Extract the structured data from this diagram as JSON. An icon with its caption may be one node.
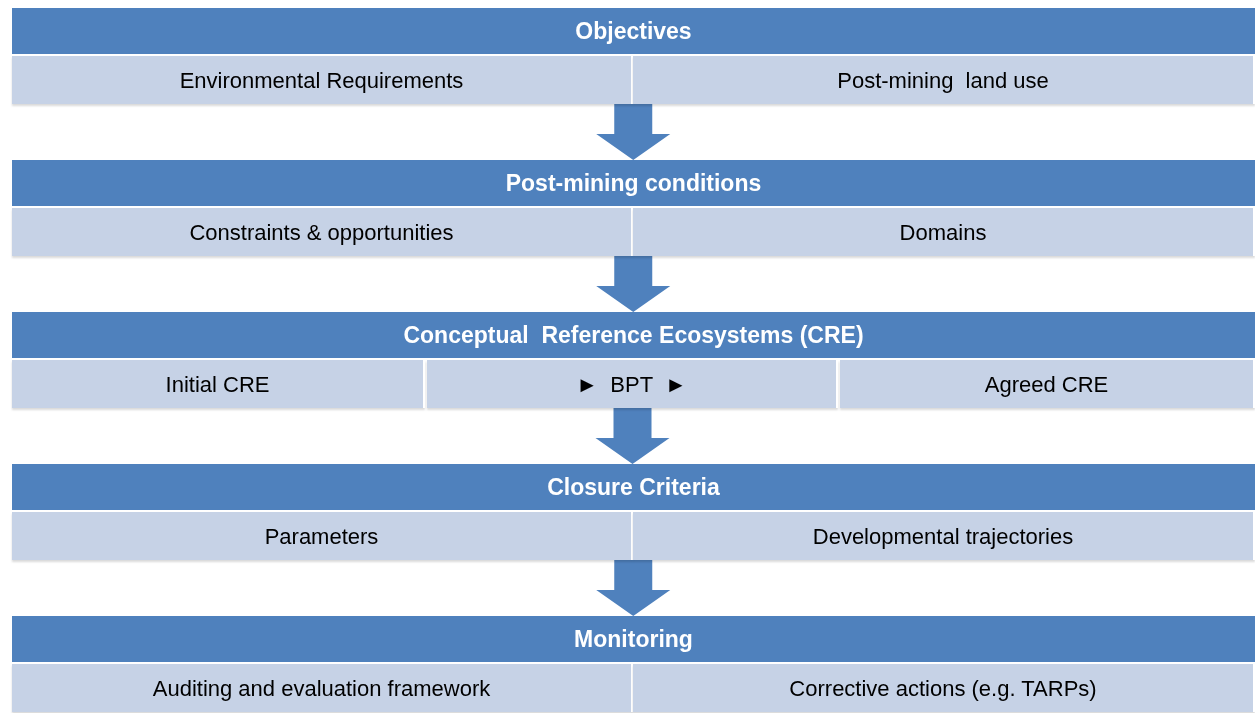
{
  "diagram": {
    "nodes": [
      {
        "text": [
          "Objectives"
        ]
      },
      {
        "text": [
          "Environmental Requirements"
        ]
      },
      {
        "text": [
          "Post-mining  land use"
        ]
      },
      {
        "text": [
          "Post-mining conditions"
        ]
      },
      {
        "text": [
          "Constraints & opportunities"
        ]
      },
      {
        "text": [
          "Domains"
        ]
      },
      {
        "text": [
          "Conceptual  Reference Ecosystems (CRE)"
        ]
      },
      {
        "text": [
          "Initial CRE"
        ]
      },
      {
        "text": [
          "►  BPT  ►"
        ]
      },
      {
        "text": [
          "Agreed CRE"
        ]
      },
      {
        "text": [
          "Closure Criteria"
        ]
      },
      {
        "text": [
          "Parameters"
        ]
      },
      {
        "text": [
          "Developmental trajectories"
        ]
      },
      {
        "text": [
          "Monitoring"
        ]
      },
      {
        "text": [
          "Auditing and evaluation framework"
        ]
      },
      {
        "text": [
          "Corrective actions (e.g. TARPs)"
        ]
      }
    ],
    "edges": [
      {
        "from": 1,
        "to": 3,
        "arrow": "to",
        "style": "thick"
      },
      {
        "from": 2,
        "to": 3,
        "arrow": "to",
        "style": "thick"
      },
      {
        "from": 4,
        "to": 6,
        "arrow": "to",
        "style": "thick"
      },
      {
        "from": 5,
        "to": 6,
        "arrow": "to",
        "style": "thick"
      },
      {
        "from": 8,
        "to": 10,
        "arrow": "to",
        "style": "thick"
      },
      {
        "from": 11,
        "to": 13,
        "arrow": "to",
        "style": "thick"
      },
      {
        "from": 12,
        "to": 13,
        "arrow": "to",
        "style": "thick"
      }
    ]
  }
}
